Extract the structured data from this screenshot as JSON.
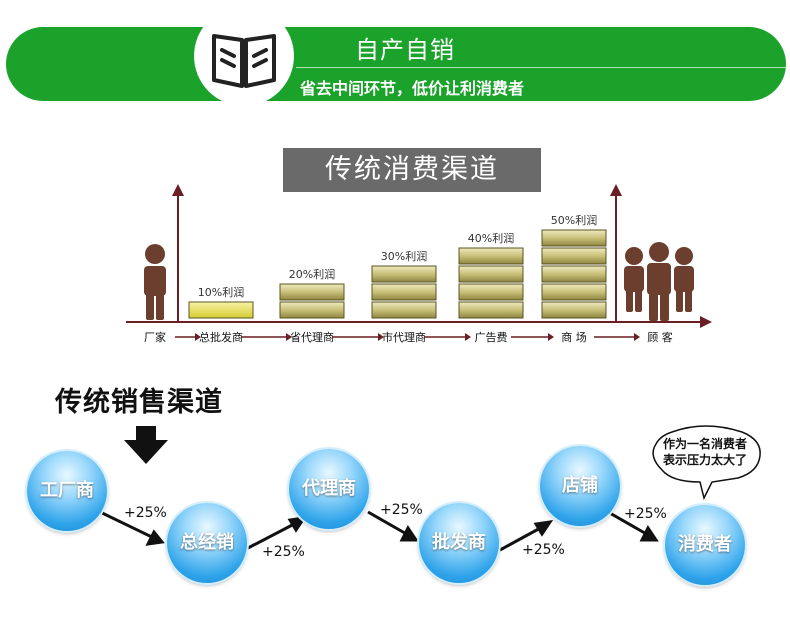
{
  "banner": {
    "title": "自产自销",
    "subtitle": "省去中间环节，低价让利消费者",
    "icon": "open-book-icon",
    "color": "#1aa22a"
  },
  "traditional_consumer_channel": {
    "title": "传统消费渠道",
    "chain": [
      "厂家",
      "总批发商",
      "省代理商",
      "市代理商",
      "广告费",
      "商 场",
      "顾 客"
    ],
    "profit_bars": [
      {
        "label": "10%利润",
        "tiers": 1
      },
      {
        "label": "20%利润",
        "tiers": 2
      },
      {
        "label": "30%利润",
        "tiers": 3
      },
      {
        "label": "40%利润",
        "tiers": 4
      },
      {
        "label": "50%利润",
        "tiers": 5
      }
    ]
  },
  "traditional_sales_channel": {
    "title": "传统销售渠道",
    "nodes": [
      "工厂商",
      "总经销",
      "代理商",
      "批发商",
      "店铺",
      "消费者"
    ],
    "markups": [
      "+25%",
      "+25%",
      "+25%",
      "+25%",
      "+25%"
    ],
    "speech_bubble": [
      "作为一名消费者",
      "表示压力太大了"
    ]
  }
}
